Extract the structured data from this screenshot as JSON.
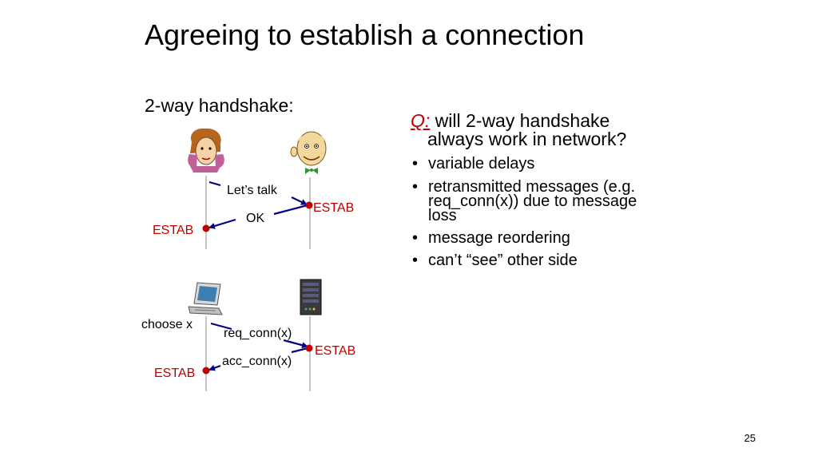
{
  "slide": {
    "title": "Agreeing to establish a connection",
    "subtitle": "2-way handshake:",
    "page_number": "25"
  },
  "question": {
    "q_label": "Q:",
    "q_line1": " will 2-way handshake",
    "q_line2": "always work in network?",
    "bullets": [
      {
        "lines": [
          "variable delays"
        ]
      },
      {
        "lines": [
          "retransmitted messages (e.g.",
          "req_conn(x)) due to message",
          "loss"
        ]
      },
      {
        "lines": [
          "message reordering"
        ]
      },
      {
        "lines": [
          "can’t “see” other side"
        ]
      }
    ]
  },
  "top_diagram": {
    "msg1": "Let’s talk",
    "msg2": "OK",
    "estab_right": "ESTAB",
    "estab_left": "ESTAB"
  },
  "bottom_diagram": {
    "choose": "choose x",
    "msg1": "req_conn(x)",
    "msg2": "acc_conn(x)",
    "estab_right": "ESTAB",
    "estab_left": "ESTAB"
  },
  "colors": {
    "estab": "#c00000",
    "arrow": "#000080"
  }
}
